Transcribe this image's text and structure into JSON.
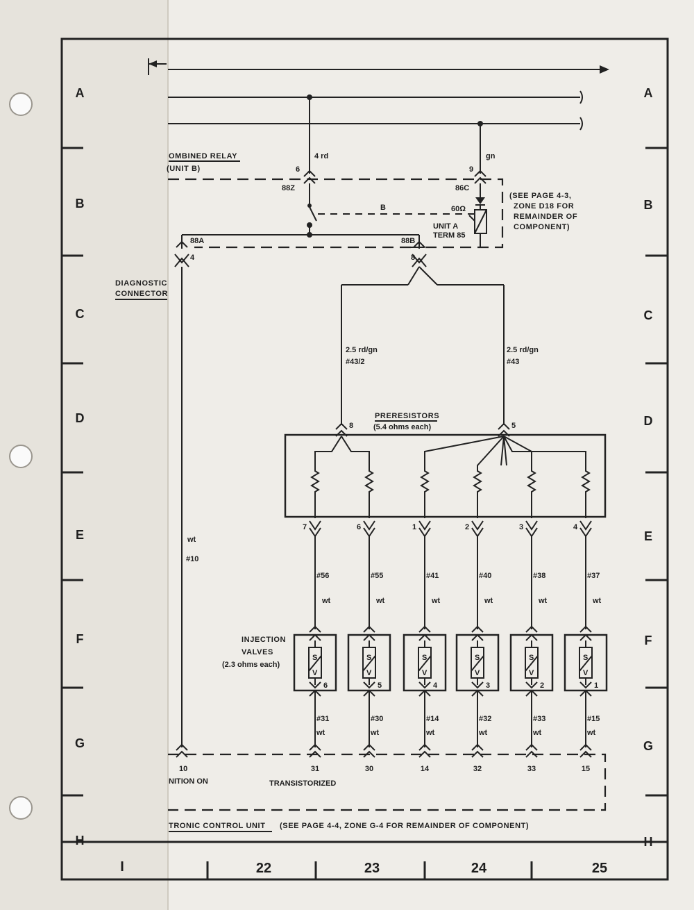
{
  "page": {
    "zone_rows": [
      "A",
      "B",
      "C",
      "D",
      "E",
      "F",
      "G",
      "H"
    ],
    "column_numbers": [
      "I",
      "22",
      "23",
      "24",
      "25"
    ]
  },
  "combined_relay": {
    "title": "OMBINED RELAY",
    "subtitle": "(UNIT B)",
    "note": [
      "(SEE PAGE 4-3,",
      "ZONE D18 FOR",
      "REMAINDER OF",
      "COMPONENT)"
    ],
    "pins": {
      "p6": "6",
      "p9": "9",
      "p88z": "88Z",
      "p86c": "86C",
      "p88a": "88A",
      "p88b": "88B",
      "p4": "4",
      "p8": "8"
    },
    "wire_4": "4 rd",
    "wire_9": "gn",
    "switch_label": "B",
    "resistor": "60Ω",
    "unit_a": "UNIT A",
    "term": "TERM 85"
  },
  "diagnostic_connector": {
    "line1": "DIAGNOSTIC",
    "line2": "CONNECTOR"
  },
  "feed_wires": {
    "left": {
      "gauge": "2.5 rd/gn",
      "num": "#43/2"
    },
    "right": {
      "gauge": "2.5 rd/gn",
      "num": "#43"
    }
  },
  "preresistors": {
    "title": "PRERESISTORS",
    "subtitle": "(5.4 ohms each)",
    "in_left": "8",
    "in_right": "5"
  },
  "diag_wire": {
    "color": "wt",
    "num": "#10"
  },
  "outputs": [
    {
      "term": "7",
      "wire": "#56",
      "color": "wt",
      "valve": "6",
      "ret": "#31",
      "ecu": "31"
    },
    {
      "term": "6",
      "wire": "#55",
      "color": "wt",
      "valve": "5",
      "ret": "#30",
      "ecu": "30"
    },
    {
      "term": "1",
      "wire": "#41",
      "color": "wt",
      "valve": "4",
      "ret": "#14",
      "ecu": "14"
    },
    {
      "term": "2",
      "wire": "#40",
      "color": "wt",
      "valve": "3",
      "ret": "#32",
      "ecu": "32"
    },
    {
      "term": "3",
      "wire": "#38",
      "color": "wt",
      "valve": "2",
      "ret": "#33",
      "ecu": "33"
    },
    {
      "term": "4",
      "wire": "#37",
      "color": "wt",
      "valve": "1",
      "ret": "#15",
      "ecu": "15"
    }
  ],
  "valve_letters": {
    "s": "S",
    "v": "V"
  },
  "injection_valves": {
    "line1": "INJECTION",
    "line2": "VALVES",
    "line3": "(2.3 ohms each)"
  },
  "ecu": {
    "pin_10": "10",
    "ignition": "NITION ON",
    "type": "TRANSISTORIZED",
    "title": "TRONIC  CONTROL UNIT",
    "note": "(SEE PAGE 4-4, ZONE G-4 FOR REMAINDER OF COMPONENT)"
  }
}
